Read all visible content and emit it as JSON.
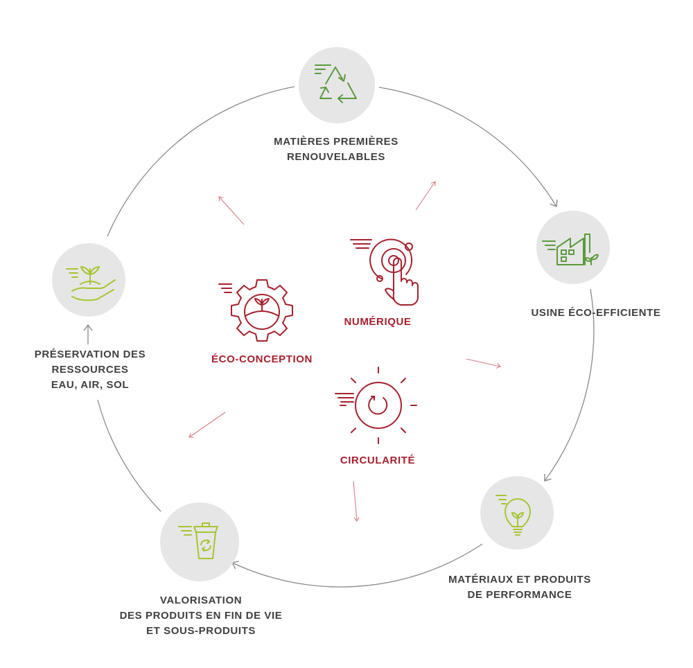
{
  "colors": {
    "outer_text": "#3f3f3f",
    "inner_accent": "#a61f2c",
    "icon_green_dark": "#5b9a3c",
    "icon_green_light": "#a6c531",
    "circle_fill": "#e6e6e6",
    "ring_line": "#8a8a8a",
    "inner_arrow": "#d87a84"
  },
  "outer_steps": [
    {
      "icon": "recycle-icon",
      "lines": [
        "MATIÈRES PREMIÈRES",
        "RENOUVELABLES"
      ]
    },
    {
      "icon": "factory-icon",
      "lines": [
        "USINE ÉCO-EFFICIENTE"
      ]
    },
    {
      "icon": "lightbulb-icon",
      "lines": [
        "MATÉRIAUX ET PRODUITS",
        "DE PERFORMANCE"
      ]
    },
    {
      "icon": "recycle-bin-icon",
      "lines": [
        "VALORISATION",
        "DES PRODUITS EN FIN DE VIE",
        "ET SOUS-PRODUITS"
      ]
    },
    {
      "icon": "hand-plant-icon",
      "lines": [
        "PRÉSERVATION DES",
        "RESSOURCES",
        "EAU, AIR, SOL"
      ]
    }
  ],
  "inner_pillars": [
    {
      "icon": "gear-leaf-icon",
      "label": "ÉCO-CONCEPTION"
    },
    {
      "icon": "touch-target-icon",
      "label": "NUMÉRIQUE"
    },
    {
      "icon": "sun-cycle-icon",
      "label": "CIRCULARITÉ"
    }
  ]
}
